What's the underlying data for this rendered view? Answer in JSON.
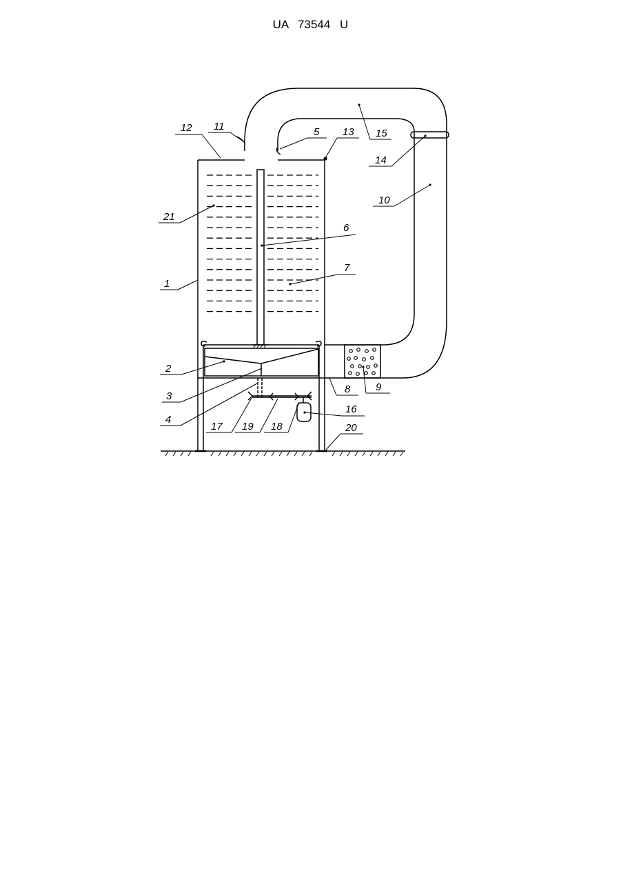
{
  "header": {
    "doc_number": "UA   73544   U"
  },
  "labels": {
    "l1": "1",
    "l2": "2",
    "l3": "3",
    "l4": "4",
    "l5": "5",
    "l6": "6",
    "l7": "7",
    "l8": "8",
    "l9": "9",
    "l10": "10",
    "l11": "11",
    "l12": "12",
    "l13": "13",
    "l14": "14",
    "l15": "15",
    "l16": "16",
    "l17": "17",
    "l18": "18",
    "l19": "19",
    "l20": "20",
    "l21": "21"
  }
}
